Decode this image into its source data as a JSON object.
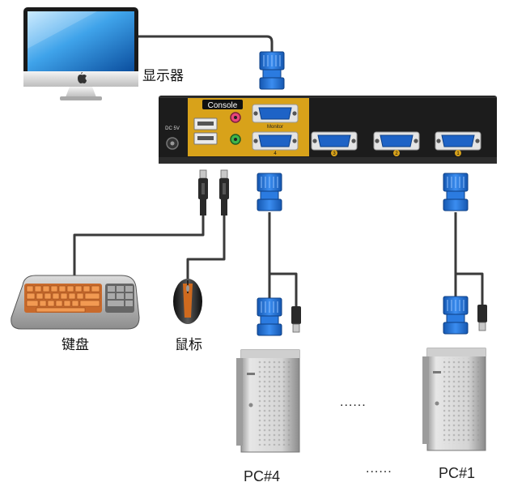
{
  "labels": {
    "monitor": "显示器",
    "keyboard": "键盘",
    "mouse": "鼠标",
    "pc4": "PC#4",
    "pc1": "PC#1",
    "ellipsis_top": "......",
    "ellipsis_bottom": "......"
  },
  "kvm": {
    "console_label": "Console",
    "monitor_port_label": "Monitor",
    "dc_label": "DC 5V",
    "port_numbers": [
      "4",
      "3",
      "2",
      "1"
    ]
  },
  "colors": {
    "vga_blue": "#1f6fd0",
    "kvm_body": "#1c1c1c",
    "console_panel": "#d8a21a",
    "cable": "#3a3a3a",
    "mic_jack": "#e8467a",
    "audio_jack": "#3fb54a"
  }
}
